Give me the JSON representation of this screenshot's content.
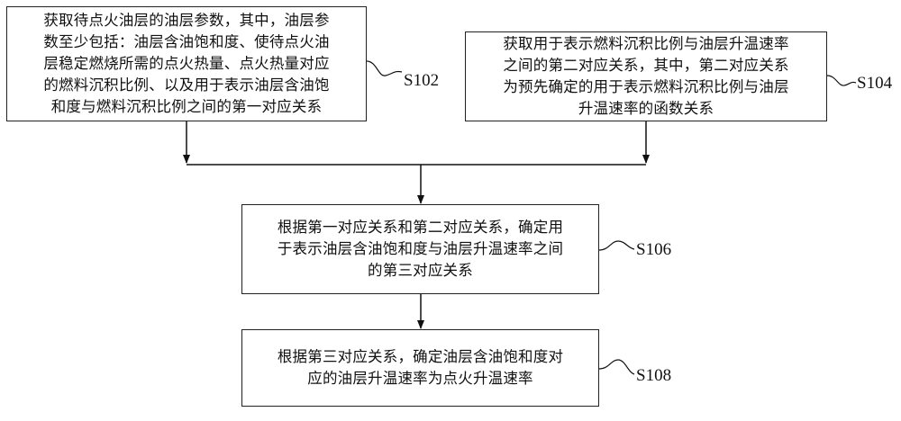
{
  "steps": [
    {
      "id": "S102",
      "label": "S102",
      "lines": [
        "获取待点火油层的油层参数，其中，油层参",
        "数至少包括：油层含油饱和度、使待点火油",
        "层稳定燃烧所需的点火热量、点火热量对应",
        "的燃料沉积比例、以及用于表示油层含油饱",
        "和度与燃料沉积比例之间的第一对应关系"
      ]
    },
    {
      "id": "S104",
      "label": "S104",
      "lines": [
        "获取用于表示燃料沉积比例与油层升温速率",
        "之间的第二对应关系，其中，第二对应关系",
        "为预先确定的用于表示燃料沉积比例与油层",
        "升温速率的函数关系"
      ]
    },
    {
      "id": "S106",
      "label": "S106",
      "lines": [
        "根据第一对应关系和第二对应关系，确定用",
        "于表示油层含油饱和度与油层升温速率之间",
        "的第三对应关系"
      ]
    },
    {
      "id": "S108",
      "label": "S108",
      "lines": [
        "根据第三对应关系，确定油层含油饱和度对",
        "应的油层升温速率为点火升温速率"
      ]
    }
  ]
}
